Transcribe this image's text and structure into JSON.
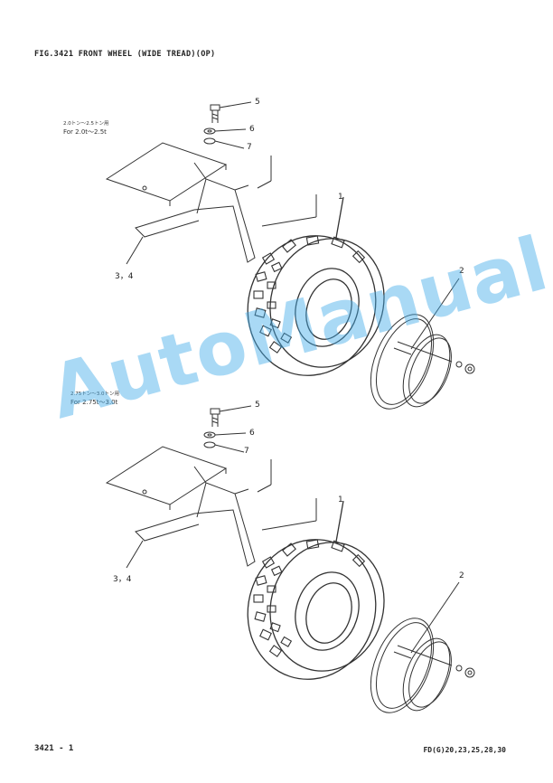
{
  "page": {
    "title": "FIG.3421  FRONT WHEEL (WIDE TREAD)(OP)",
    "footer_left": "3421 - 1",
    "footer_right": "FD(G)20,23,25,28,30"
  },
  "assemblies": [
    {
      "note_jp": "2.0トン～2.5トン用",
      "note_en": "For 2.0t～2.5t",
      "callouts": {
        "bolt": "5",
        "washer": "6",
        "lock": "7",
        "tire": "1",
        "rim": "2",
        "support": "3，4"
      }
    },
    {
      "note_jp": "2.75トン～3.0トン用",
      "note_en": "For 2.75t～3.0t",
      "callouts": {
        "bolt": "5",
        "washer": "6",
        "lock": "7",
        "tire": "1",
        "rim": "2",
        "support": "3，4"
      }
    }
  ],
  "watermark": "AutoManual",
  "colors": {
    "line": "#333333",
    "watermark": "#40aae8"
  }
}
